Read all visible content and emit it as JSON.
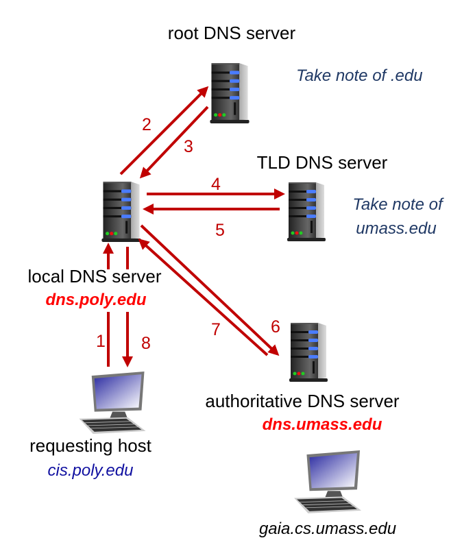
{
  "colors": {
    "arrow": "#c00000",
    "note_text": "#1f3864",
    "host_text": "#1010a0",
    "hostname_red": "#ff0000"
  },
  "root": {
    "label": "root DNS server",
    "note": "Take note of .edu",
    "icon": "server-icon"
  },
  "tld": {
    "label": "TLD DNS server",
    "note_line1": "Take note of",
    "note_line2": "umass.edu",
    "icon": "server-icon"
  },
  "local": {
    "label": "local DNS server",
    "hostname": "dns.poly.edu",
    "icon": "server-icon"
  },
  "authoritative": {
    "label": "authoritative DNS server",
    "hostname": "dns.umass.edu",
    "icon": "server-icon"
  },
  "requesting_host": {
    "label": "requesting host",
    "hostname": "cis.poly.edu",
    "icon": "computer-icon"
  },
  "target_host": {
    "hostname": "gaia.cs.umass.edu",
    "icon": "computer-icon"
  },
  "steps": [
    "1",
    "2",
    "3",
    "4",
    "5",
    "6",
    "7",
    "8"
  ]
}
